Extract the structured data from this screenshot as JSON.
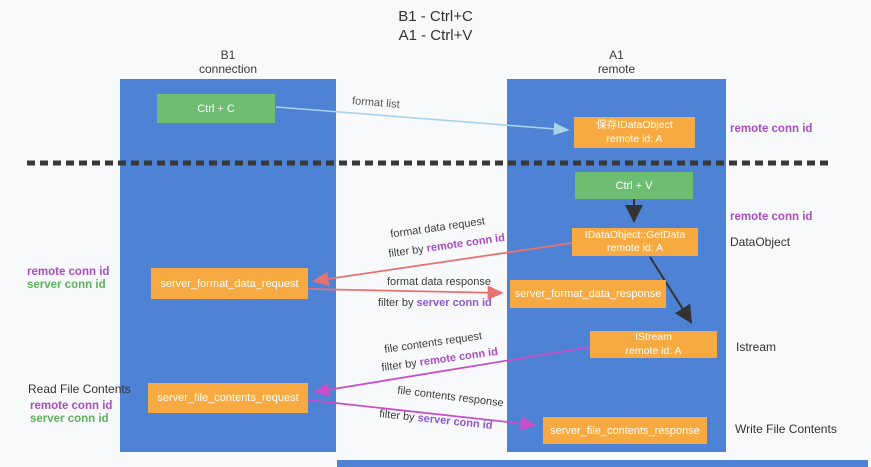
{
  "title": {
    "line1": "B1 - Ctrl+C",
    "line2": "A1 - Ctrl+V"
  },
  "columns": {
    "left": {
      "title": "B1",
      "subtitle": "connection"
    },
    "right": {
      "title": "A1",
      "subtitle": "remote"
    }
  },
  "boxes": {
    "ctrl_c": "Ctrl + C",
    "ctrl_v": "Ctrl + V",
    "save_dataobject": {
      "line1": "保存IDataObject",
      "line2": "remote id: A"
    },
    "getdata": {
      "line1": "IDataObject::GetData",
      "line2": "remote id: A"
    },
    "istream": {
      "line1": "IStream",
      "line2": "remote id: A"
    },
    "server_format_data_request": "server_format_data_request",
    "server_format_data_response": "server_format_data_response",
    "server_file_contents_request": "server_file_contents_request",
    "server_file_contents_response": "server_file_contents_response"
  },
  "arrow_labels": {
    "format_list": "format list",
    "format_data_request": "format data request",
    "format_data_response": "format data response",
    "file_contents_request": "file contents request",
    "file_contents_response": "file contents response",
    "filter_by": "filter by",
    "remote_conn_id": "remote conn id",
    "server_conn_id": "server conn id"
  },
  "side_labels": {
    "remote_conn_id": "remote conn id",
    "server_conn_id": "server conn id",
    "dataobject": "DataObject",
    "istream": "Istream",
    "read_file_contents": "Read File Contents",
    "write_file_contents": "Write File Contents"
  },
  "colors": {
    "column_blue": "#4d82d4",
    "box_green": "#6dbe70",
    "box_orange": "#f7aa41",
    "arrow_lightblue": "#a8d2ee",
    "arrow_black": "#333333",
    "arrow_salmon": "#e87272",
    "arrow_magenta": "#c84fc8",
    "label_purple": "#a94dc1",
    "label_violet": "#8d57cf",
    "label_green": "#5fb05f",
    "dashed_line": "#383838",
    "background": "#f8f9fa"
  }
}
